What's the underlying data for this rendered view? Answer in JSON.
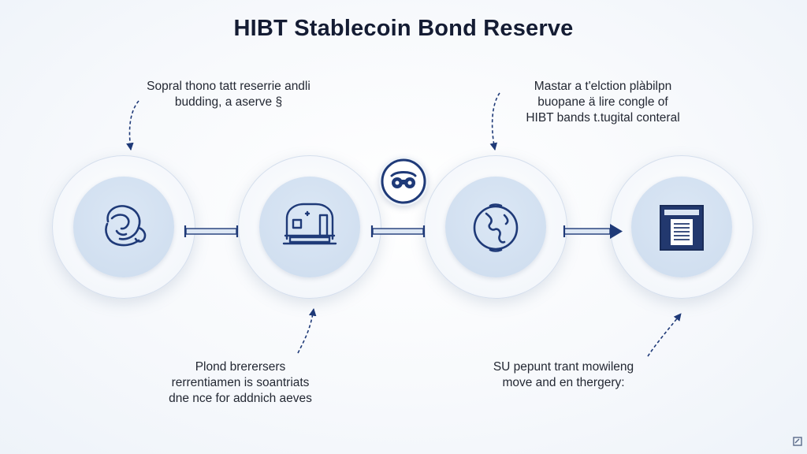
{
  "title": "HIBT Stablecoin Bond Reserve",
  "captions": [
    {
      "id": "top-left",
      "lines": [
        "Sopral thono tatt reserrie andli",
        "budding, a aserve §"
      ]
    },
    {
      "id": "top-right",
      "lines": [
        "Mastar a t'elction plàbilpn",
        "buopane ä lire congle of",
        "HIBT bands t.tugital conteral"
      ]
    },
    {
      "id": "bottom-left",
      "lines": [
        "Plond brerersers",
        "rerrentiamen is soantriats",
        "dne nce for addnich aeves"
      ]
    },
    {
      "id": "bottom-right",
      "lines": [
        "SU pepunt trant mowileng",
        "move and en thergery:"
      ]
    }
  ],
  "nodes": [
    {
      "name": "node-1",
      "icon": "globe-hand-icon"
    },
    {
      "name": "node-2",
      "icon": "building-desk-icon"
    },
    {
      "name": "node-3",
      "icon": "globe-icon"
    },
    {
      "name": "node-4",
      "icon": "document-icon"
    }
  ],
  "connector_badge_icon": "binoculars-icon",
  "colors": {
    "accent": "#1f3a78",
    "node_fill": "#cddcee",
    "title": "#141c33"
  }
}
